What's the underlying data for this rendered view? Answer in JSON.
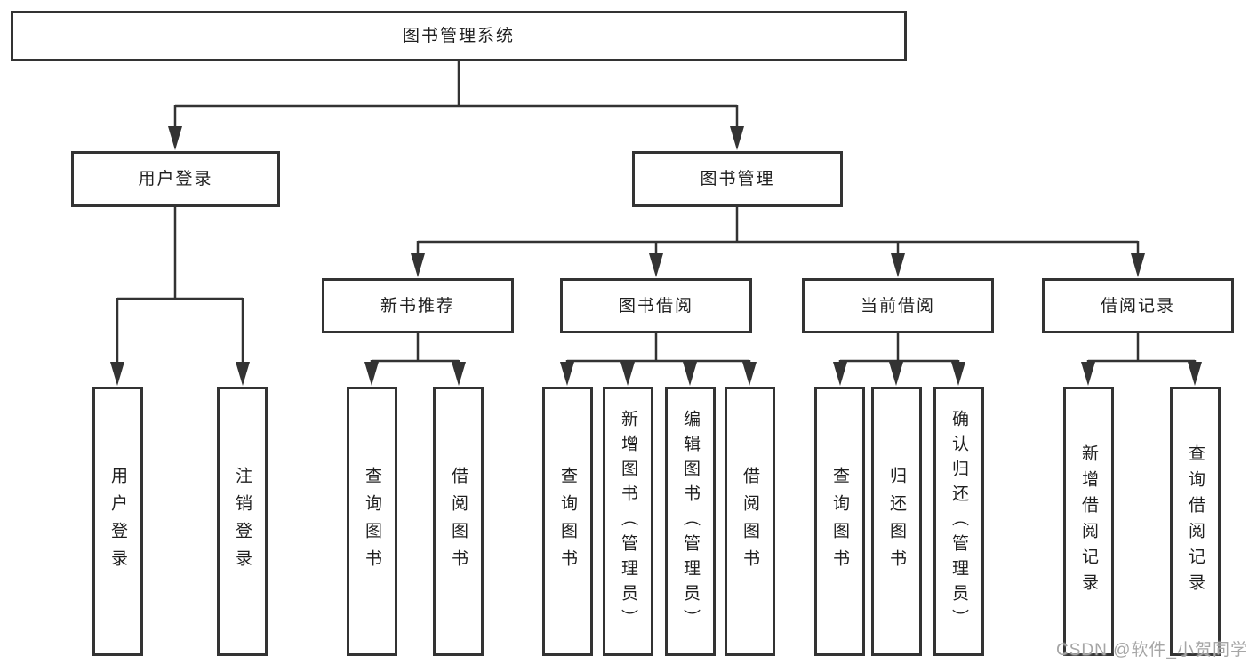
{
  "diagram_title": "图书管理系统",
  "tree": {
    "root": {
      "label": "图书管理系统"
    },
    "branches": [
      {
        "label": "用户登录",
        "children": [
          {
            "label": "用户登录"
          },
          {
            "label": "注销登录"
          }
        ]
      },
      {
        "label": "图书管理",
        "children": [
          {
            "label": "新书推荐",
            "children": [
              {
                "label": "查询图书"
              },
              {
                "label": "借阅图书"
              }
            ]
          },
          {
            "label": "图书借阅",
            "children": [
              {
                "label": "查询图书"
              },
              {
                "label": "新增图书（管理员）"
              },
              {
                "label": "编辑图书（管理员）"
              },
              {
                "label": "借阅图书"
              }
            ]
          },
          {
            "label": "当前借阅",
            "children": [
              {
                "label": "查询图书"
              },
              {
                "label": "归还图书"
              },
              {
                "label": "确认归还（管理员）"
              }
            ]
          },
          {
            "label": "借阅记录",
            "children": [
              {
                "label": "新增借阅记录"
              },
              {
                "label": "查询借阅记录"
              }
            ]
          }
        ]
      }
    ]
  },
  "watermark": {
    "text": "CSDN @软件_小贺同学"
  },
  "colors": {
    "line": "#333333",
    "box_border": "#333333",
    "text": "#1f1f1f",
    "background": "#ffffff",
    "watermark": "#a6a6a6"
  }
}
